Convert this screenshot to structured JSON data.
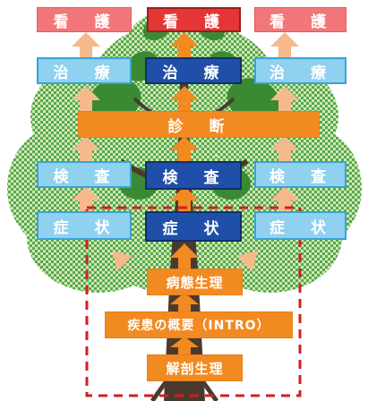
{
  "diagram": {
    "nursing": [
      "看　護",
      "看　護",
      "看　護"
    ],
    "treatment": [
      "治　療",
      "治　療",
      "治　療"
    ],
    "diagnosis": "診　断",
    "tests": [
      "検　査",
      "検　査",
      "検　査"
    ],
    "symptoms": [
      "症　状",
      "症　状",
      "症　状"
    ],
    "pathophysiology": "病態生理",
    "overview": "疾患の概要（INTRO）",
    "anatomy": "解剖生理"
  },
  "colors": {
    "orange": "#f28a22",
    "light_red": "#f2777a",
    "dark_red": "#e53636",
    "cyan": "#8fd1ef",
    "navy": "#1f4fa8",
    "canopy_green": "#3c8f3c",
    "trunk": "#4a3a2e",
    "dashed_frame": "#d21f1f"
  }
}
